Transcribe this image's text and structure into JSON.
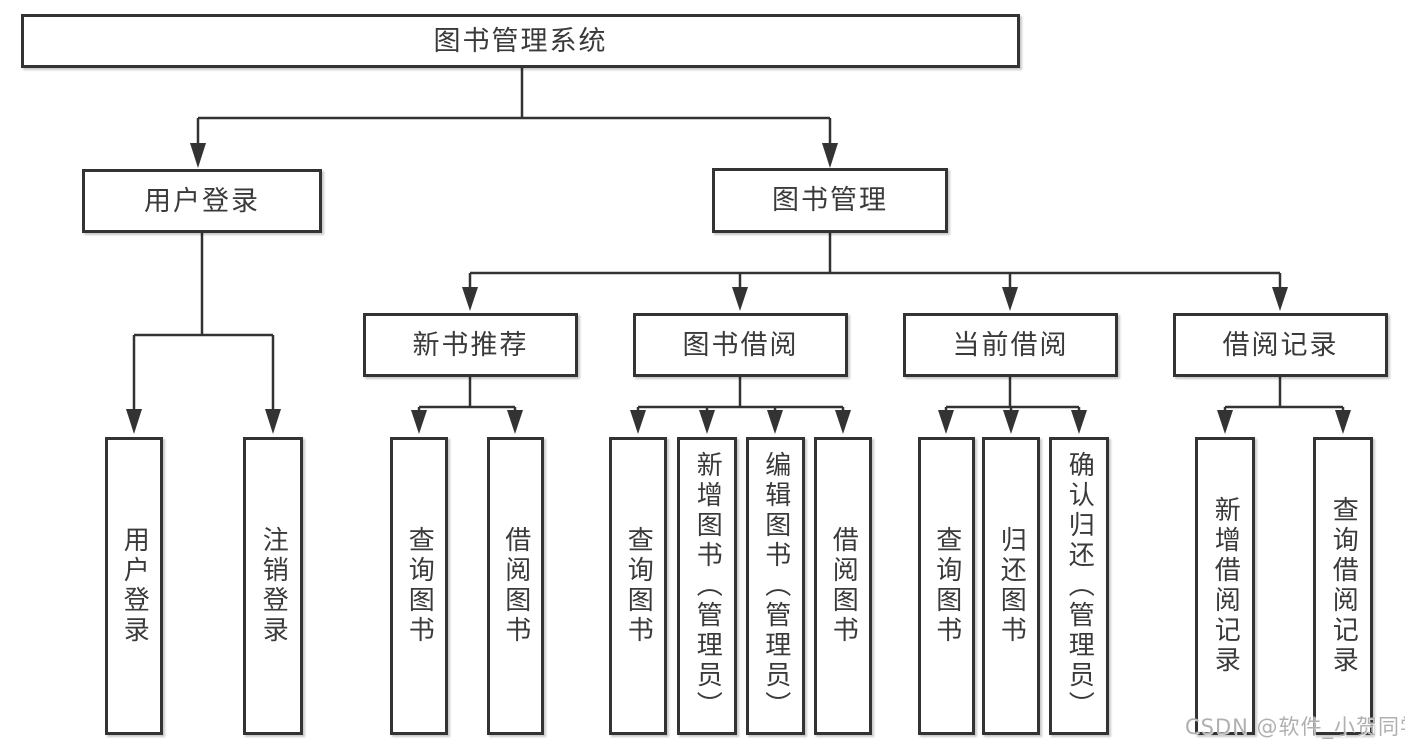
{
  "diagram": {
    "root": {
      "label": "图书管理系统"
    },
    "level2": {
      "user_login": {
        "label": "用户登录"
      },
      "book_mgmt": {
        "label": "图书管理"
      }
    },
    "level3": {
      "new_book_recommend": {
        "label": "新书推荐"
      },
      "book_borrow": {
        "label": "图书借阅"
      },
      "current_borrow": {
        "label": "当前借阅"
      },
      "borrow_records": {
        "label": "借阅记录"
      }
    },
    "leaves": {
      "user_login": {
        "label": "用户登录"
      },
      "logout": {
        "label": "注销登录"
      },
      "recommend_query": {
        "label": "查询图书"
      },
      "recommend_borrow": {
        "label": "借阅图书"
      },
      "borrow_query": {
        "label": "查询图书"
      },
      "borrow_add_admin": {
        "label": "新增图书（管理员）"
      },
      "borrow_edit_admin": {
        "label": "编辑图书（管理员）"
      },
      "borrow_borrow": {
        "label": "借阅图书"
      },
      "current_query": {
        "label": "查询图书"
      },
      "current_return": {
        "label": "归还图书"
      },
      "current_confirm_admin": {
        "label": "确认归还（管理员）"
      },
      "records_add": {
        "label": "新增借阅记录"
      },
      "records_query": {
        "label": "查询借阅记录"
      }
    }
  },
  "watermark": {
    "text": "CSDN @软件_小贺同学"
  },
  "colors": {
    "line": "#333333",
    "text": "#3a3a3a",
    "box_bg": "#ffffff",
    "watermark": "#b0b0b0"
  }
}
